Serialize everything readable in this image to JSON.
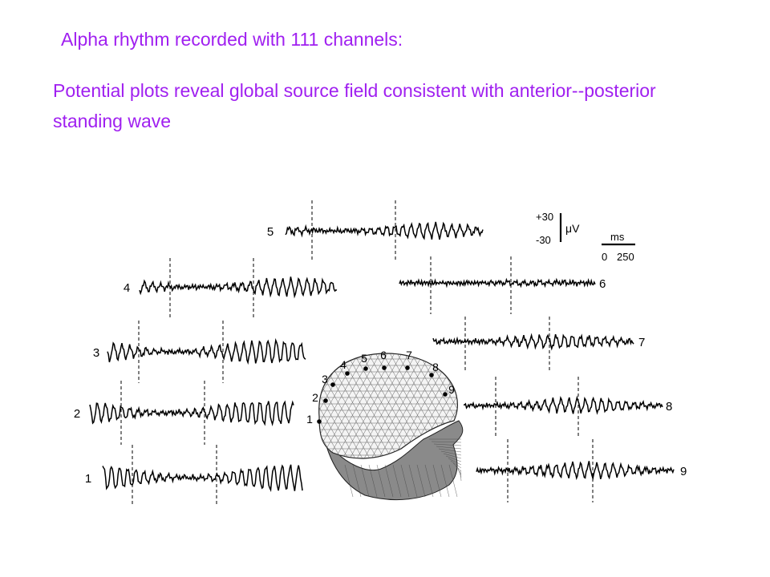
{
  "slide": {
    "title": "Alpha rhythm recorded with 111 channels:",
    "subtitle": "Potential plots reveal global source field consistent with anterior--posterior standing wave",
    "text_color": "#a020f0"
  },
  "figure": {
    "channels": [
      {
        "label": "1",
        "amp": 1.0,
        "seed": 1
      },
      {
        "label": "2",
        "amp": 0.95,
        "seed": 2
      },
      {
        "label": "3",
        "amp": 0.9,
        "seed": 3
      },
      {
        "label": "4",
        "amp": 0.65,
        "seed": 4
      },
      {
        "label": "5",
        "amp": 0.55,
        "seed": 5
      },
      {
        "label": "6",
        "amp": 0.15,
        "seed": 6
      },
      {
        "label": "7",
        "amp": 0.5,
        "seed": 7
      },
      {
        "label": "8",
        "amp": 0.55,
        "seed": 8
      },
      {
        "label": "9",
        "amp": 0.6,
        "seed": 9
      }
    ],
    "scale": {
      "plus_label": "+30",
      "minus_label": "-30",
      "unit_label": "μV",
      "time_unit": "ms",
      "time_start": "0",
      "time_end": "250"
    },
    "head": {
      "electrode_labels": [
        "1",
        "2",
        "3",
        "4",
        "5",
        "6",
        "7",
        "8",
        "9"
      ]
    }
  }
}
